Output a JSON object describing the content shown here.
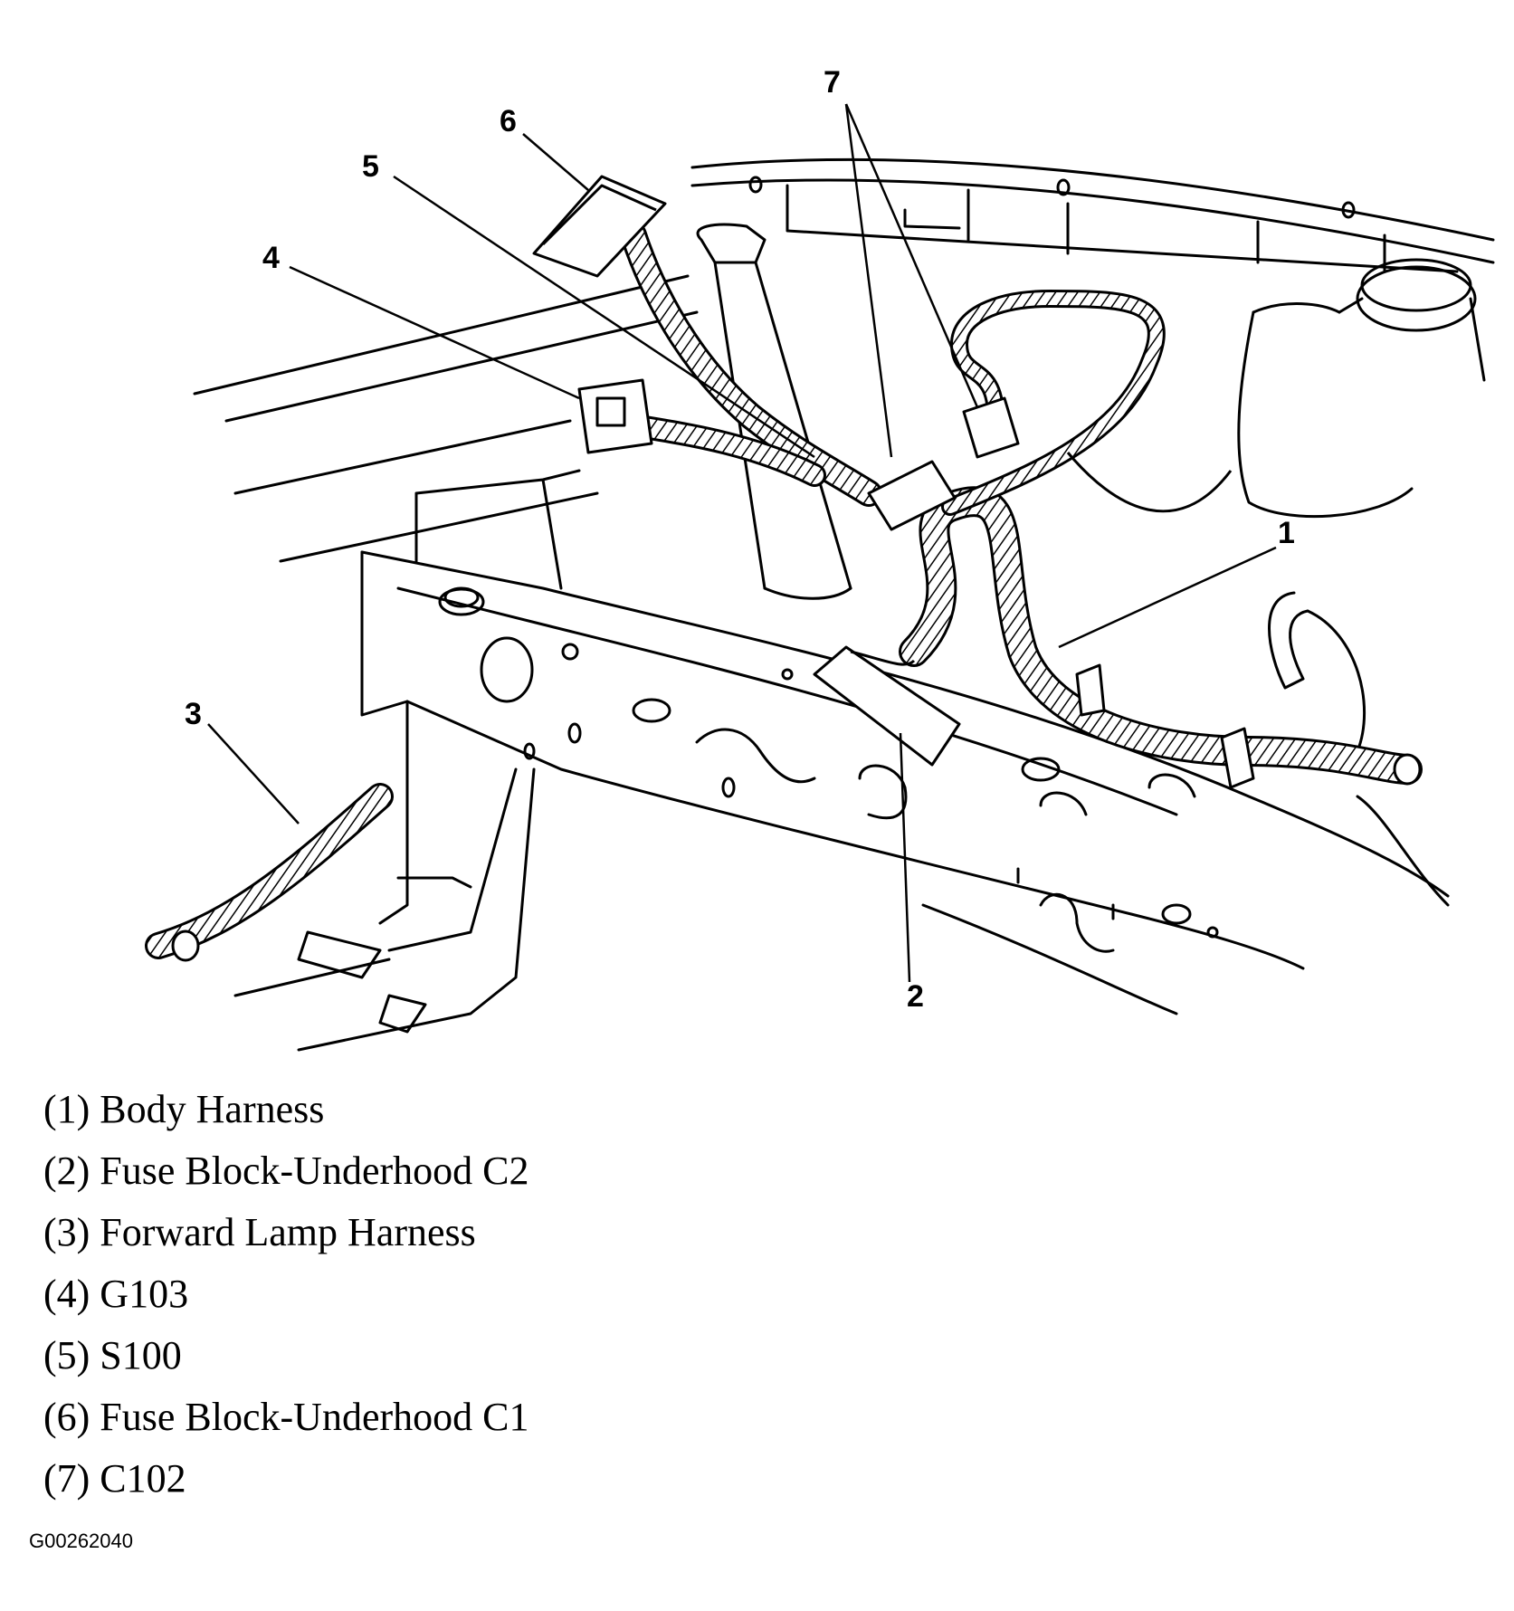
{
  "callouts": [
    "1",
    "2",
    "3",
    "4",
    "5",
    "6",
    "7"
  ],
  "legend": [
    "(1) Body Harness",
    "(2) Fuse Block-Underhood C2",
    "(3) Forward Lamp Harness",
    "(4) G103",
    "(5) S100",
    "(6) Fuse Block-Underhood C1",
    "(7) C102"
  ],
  "figure_id": "G00262040"
}
